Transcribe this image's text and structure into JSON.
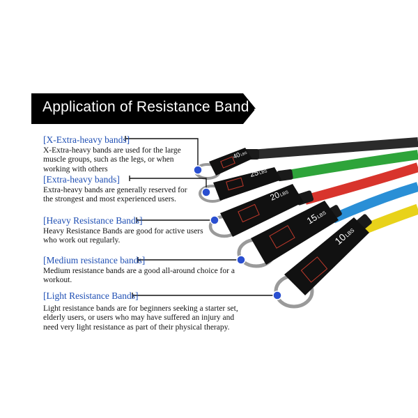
{
  "banner": {
    "title": "Application of Resistance Band Set"
  },
  "sections": [
    {
      "heading": "[X-Extra-heavy bands]",
      "lines": [
        "X-Extra-heavy bands are used for the large",
        "muscle groups, such as the legs, or when",
        "working with others"
      ]
    },
    {
      "heading": "[Extra-heavy bands]",
      "lines": [
        "Extra-heavy bands are generally reserved for",
        "the strongest and most experienced users."
      ]
    },
    {
      "heading": "[Heavy Resistance Bands]",
      "lines": [
        "Heavy Resistance Bands are good for active users",
        "who work out regularly."
      ]
    },
    {
      "heading": "[Medium resistance bands]",
      "lines": [
        "Medium resistance bands are a good all-around choice for a",
        "workout."
      ]
    },
    {
      "heading": "[Light Resistance Bands]",
      "lines": [
        "Light resistance bands are for beginners seeking a starter set,",
        "elderly users, or users who may have suffered an injury and",
        "need very light resistance as part of their physical therapy."
      ]
    }
  ],
  "bands": [
    {
      "weight": "40",
      "unit": "LBS",
      "color": "#2b2b2b"
    },
    {
      "weight": "25",
      "unit": "LBS",
      "color": "#2ea43a"
    },
    {
      "weight": "20",
      "unit": "LBS",
      "color": "#d8342c"
    },
    {
      "weight": "15",
      "unit": "LBS",
      "color": "#2a8fd6"
    },
    {
      "weight": "10",
      "unit": "LBS",
      "color": "#e8d21a"
    }
  ],
  "colors": {
    "heading": "#1f4fb4",
    "marker": "#2a4fd0",
    "banner": "#000000",
    "strap": "#111111",
    "stitch": "#c0392b"
  },
  "icons": [
    "marker-dot-icon",
    "d-ring-handle-icon"
  ]
}
